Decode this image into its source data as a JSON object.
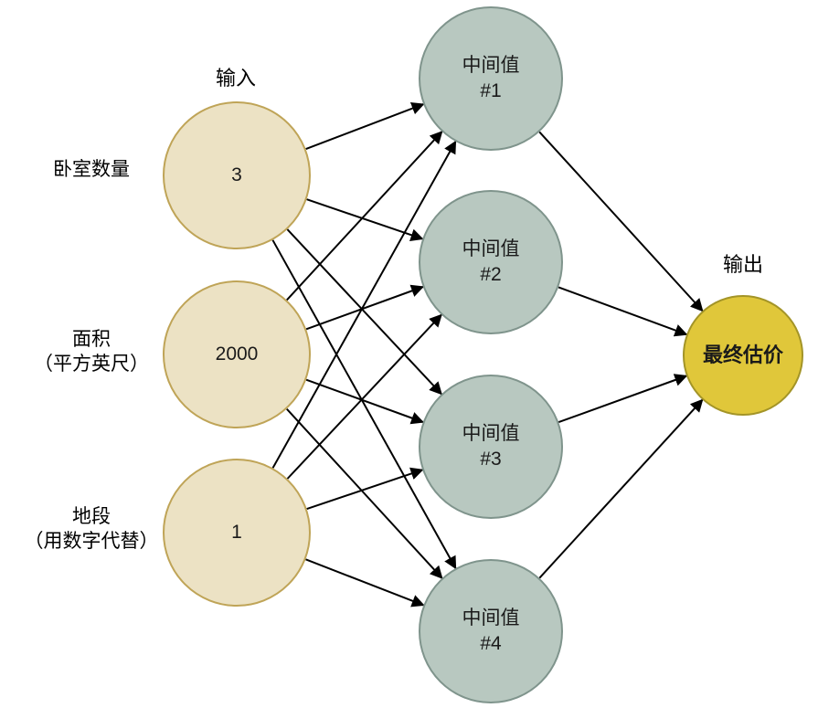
{
  "diagram": {
    "title": "neural-network-house-price-diagram",
    "header_input": "输入",
    "header_output": "输出",
    "inputs": [
      {
        "id": "input-1",
        "label1": "卧室数量",
        "value": "3"
      },
      {
        "id": "input-2",
        "label1": "面积",
        "label2": "（平方英尺）",
        "value": "2000"
      },
      {
        "id": "input-3",
        "label1": "地段",
        "label2": "（用数字代替）",
        "value": "1"
      }
    ],
    "hidden": [
      {
        "id": "hidden-1",
        "line1": "中间值",
        "line2": "#1"
      },
      {
        "id": "hidden-2",
        "line1": "中间值",
        "line2": "#2"
      },
      {
        "id": "hidden-3",
        "line1": "中间值",
        "line2": "#3"
      },
      {
        "id": "hidden-4",
        "line1": "中间值",
        "line2": "#4"
      }
    ],
    "output": {
      "id": "output-1",
      "label": "最终估价"
    },
    "edges": [
      {
        "from": "input-1",
        "to": "hidden-1"
      },
      {
        "from": "input-1",
        "to": "hidden-2"
      },
      {
        "from": "input-1",
        "to": "hidden-3"
      },
      {
        "from": "input-1",
        "to": "hidden-4"
      },
      {
        "from": "input-2",
        "to": "hidden-1"
      },
      {
        "from": "input-2",
        "to": "hidden-2"
      },
      {
        "from": "input-2",
        "to": "hidden-3"
      },
      {
        "from": "input-2",
        "to": "hidden-4"
      },
      {
        "from": "input-3",
        "to": "hidden-1"
      },
      {
        "from": "input-3",
        "to": "hidden-2"
      },
      {
        "from": "input-3",
        "to": "hidden-3"
      },
      {
        "from": "input-3",
        "to": "hidden-4"
      },
      {
        "from": "hidden-1",
        "to": "output-1"
      },
      {
        "from": "hidden-2",
        "to": "output-1"
      },
      {
        "from": "hidden-3",
        "to": "output-1"
      },
      {
        "from": "hidden-4",
        "to": "output-1"
      }
    ],
    "colors": {
      "input_fill": "#ece2c4",
      "input_border": "#bfa457",
      "hidden_fill": "#b8c8c0",
      "hidden_border": "#7f948c",
      "output_fill": "#e0c73a",
      "output_border": "#a39427",
      "arrow": "#000000",
      "background": "#ffffff"
    }
  }
}
